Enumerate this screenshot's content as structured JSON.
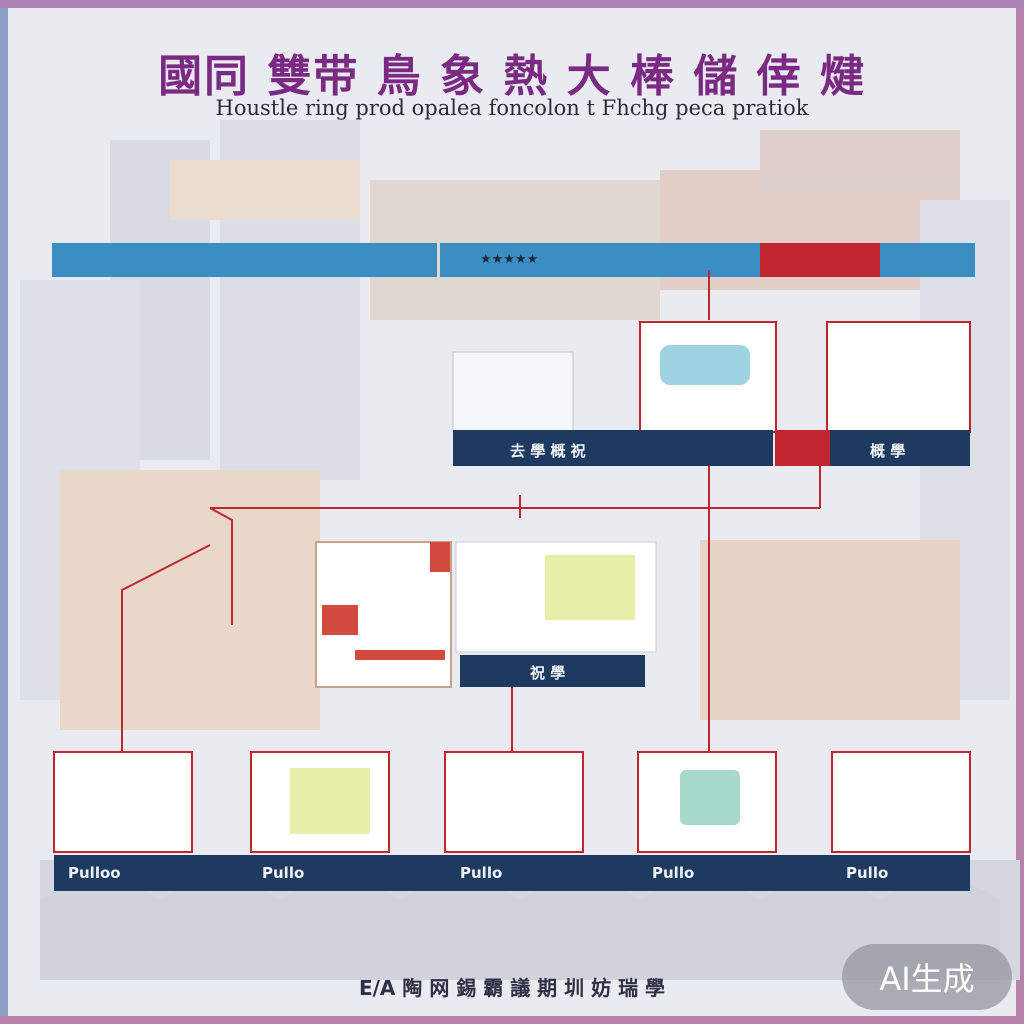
{
  "header": {
    "title": "國同 雙带 鳥 象 熱 大 棒 儲 倖 煡",
    "subtitle": "Houstle ring prod opalea foncolon t Fhchg peca pratiok"
  },
  "top_bar": {
    "label": "★★★★★"
  },
  "row1": [
    {
      "label": "去  學  概  祝"
    },
    {
      "label": "概  學"
    }
  ],
  "row2": [
    {
      "label": ""
    },
    {
      "label": "祝  學"
    }
  ],
  "row3": [
    {
      "label": "Pulloo"
    },
    {
      "label": "Pullo"
    },
    {
      "label": "Pullo"
    },
    {
      "label": "Pullo"
    },
    {
      "label": "Pullo"
    }
  ],
  "footer": {
    "text": "E/A 陶 网 錫 霸 議 期 圳 妨 瑞 學"
  },
  "badge": {
    "text": "AI生成"
  },
  "colors": {
    "accent_blue": "#3b8ec4",
    "accent_red": "#c0262f",
    "navy": "#1f3a60",
    "title_purple": "#7a2a82"
  }
}
